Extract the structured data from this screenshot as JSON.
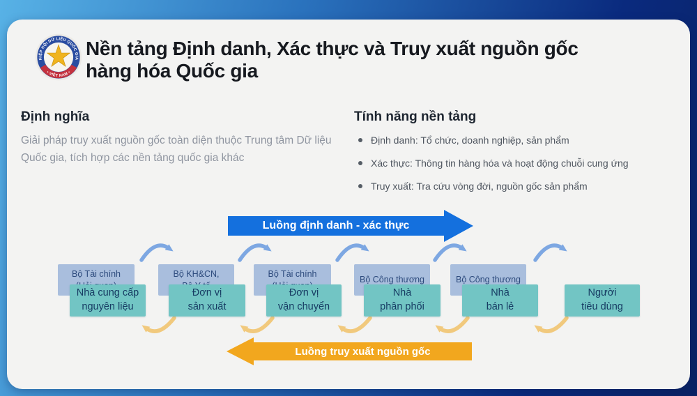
{
  "header": {
    "title": "Nền tảng Định danh, Xác thực và Truy xuất nguồn gốc\nhàng hóa Quốc gia"
  },
  "logo": {
    "ring_text": "HIỆP HỘI DỮ LIỆU QUỐC GIA",
    "banner_text": "• VIỆT NAM •"
  },
  "definition": {
    "heading": "Định nghĩa",
    "body": "Giải pháp truy xuất nguồn gốc toàn diện thuộc Trung tâm Dữ liệu Quốc gia, tích hợp các nền tảng quốc gia khác"
  },
  "features": {
    "heading": "Tính năng nền tảng",
    "items": [
      "Định danh: Tổ chức, doanh nghiệp, sản phẩm",
      "Xác thực: Thông tin hàng hóa và hoạt động chuỗi cung ứng",
      "Truy xuất: Tra cứu vòng đời, nguồn gốc sản phẩm"
    ]
  },
  "flow": {
    "forward_label": "Luồng định danh - xác thực",
    "backward_label": "Luồng truy xuất nguồn gốc",
    "entities": [
      {
        "ministry": "Bộ Tài chính\n(Hải quan)",
        "name": "Nhà cung cấp\nnguyên liệu"
      },
      {
        "ministry": "Bộ KH&CN,\nBộ Y tế",
        "name": "Đơn vị\nsản xuất"
      },
      {
        "ministry": "Bộ Tài chính\n(Hải quan)",
        "name": "Đơn vị\nvận chuyển"
      },
      {
        "ministry": "Bộ Công thương",
        "name": "Nhà\nphân phối"
      },
      {
        "ministry": "Bộ Công thương",
        "name": "Nhà\nbán lẻ"
      },
      {
        "ministry": "",
        "name": "Người\ntiêu dùng"
      }
    ]
  },
  "colors": {
    "background_start": "#58b2e6",
    "background_end": "#0a2a7e",
    "card": "#f3f3f2",
    "title_text": "#16191f",
    "muted_text": "#8f95a0",
    "bullet_text": "#4e555f",
    "forward_flow": "#1470de",
    "backward_flow": "#f2a71e",
    "forward_arc": "#7da7e2",
    "backward_arc": "#f1c97d",
    "ministry_box": "#a9bedd",
    "ministry_text": "#2c4a7c",
    "entity_box": "#72c5c4",
    "entity_text": "#173c63",
    "logo_ring": "#2b4da1",
    "logo_star": "#f0b41e",
    "logo_band": "#c4323e"
  }
}
